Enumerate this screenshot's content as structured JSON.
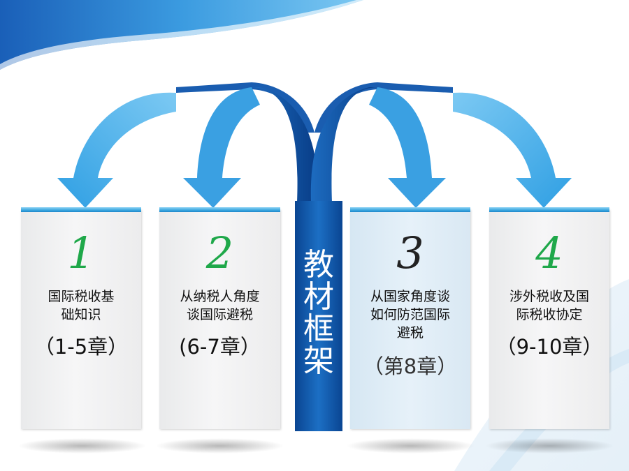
{
  "title": "教材框架",
  "title_chars": [
    "教",
    "材",
    "框",
    "架"
  ],
  "colors": {
    "accent_dark": "#0a4fa0",
    "accent_light": "#4fb6ef",
    "number_green": "#1fa84a",
    "card_highlight": "#e2eef7"
  },
  "cards": [
    {
      "number": "1",
      "lines": [
        "国际税收基",
        "础知识"
      ],
      "chapter": "（1-5章）"
    },
    {
      "number": "2",
      "lines": [
        "从纳税人角度",
        "谈国际避税"
      ],
      "chapter": "(6-7章）"
    },
    {
      "number": "3",
      "lines": [
        "从国家角度谈",
        "如何防范国际",
        "避税"
      ],
      "chapter": "（第8章）"
    },
    {
      "number": "4",
      "lines": [
        "涉外税收及国",
        "际税收协定"
      ],
      "chapter": "（9-10章）"
    }
  ]
}
